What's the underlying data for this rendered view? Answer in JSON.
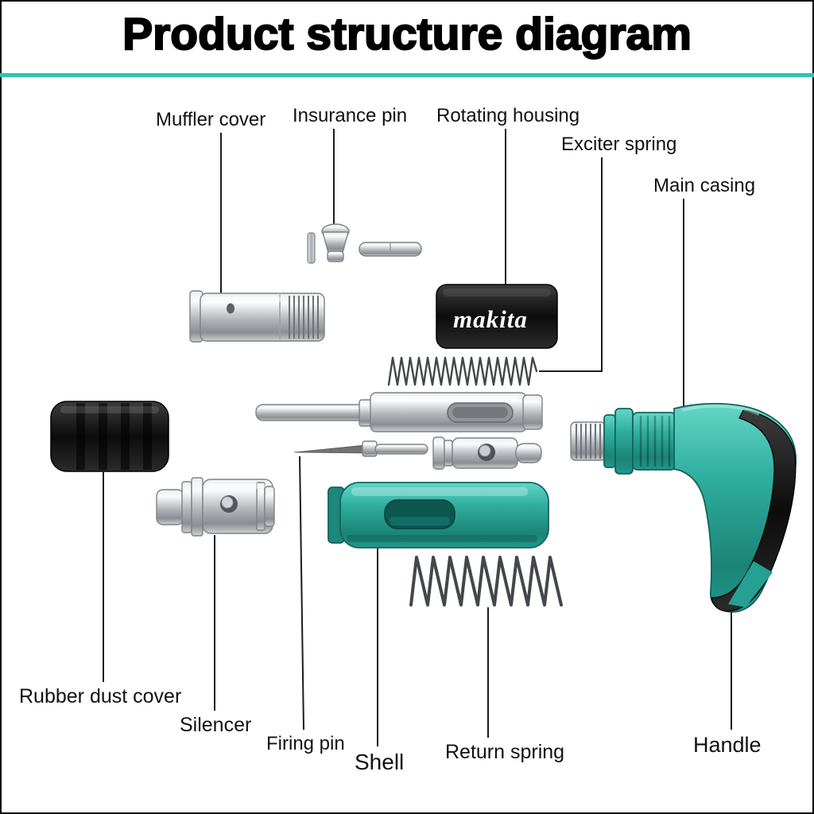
{
  "title": "Product structure diagram",
  "brand_logo": "makita",
  "colors": {
    "divider_teal": "#2ec4b6",
    "part_teal": "#2aa99d",
    "housing_black": "#111111",
    "metal_gray": "#b9bdc1",
    "label_text": "#111111"
  },
  "labels": {
    "muffler_cover": "Muffler cover",
    "insurance_pin": "Insurance pin",
    "rotating_housing": "Rotating housing",
    "exciter_spring": "Exciter spring",
    "main_casing": "Main casing",
    "rubber_dust_cover": "Rubber dust cover",
    "silencer": "Silencer",
    "firing_pin": "Firing pin",
    "shell": "Shell",
    "return_spring": "Return spring",
    "handle": "Handle"
  }
}
